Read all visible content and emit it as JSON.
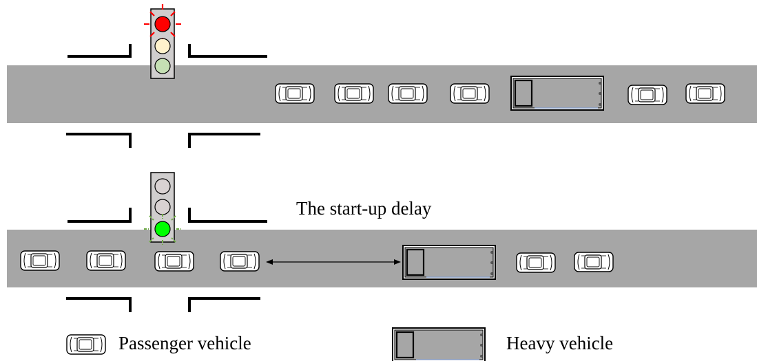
{
  "labels": {
    "startup_delay": "The start-up delay",
    "legend_passenger": "Passenger vehicle",
    "legend_heavy": "Heavy vehicle"
  },
  "colors": {
    "road": "#a6a6a6",
    "signal_housing": "#d0cece",
    "red_on": "#ff0000",
    "amber_off": "#fff2cc",
    "green_off": "#c5e0b4",
    "off_lamp": "#d9d2d2",
    "green_on": "#00ff00",
    "vehicle_body": "#ffffff",
    "truck_body": "#a6a6a6"
  },
  "scenes": [
    {
      "name": "red-phase",
      "signal_state": "red",
      "queue": [
        "passenger",
        "passenger",
        "passenger",
        "passenger",
        "heavy",
        "passenger",
        "passenger"
      ]
    },
    {
      "name": "green-phase",
      "signal_state": "green",
      "queue": [
        "passenger",
        "passenger",
        "passenger",
        "passenger",
        "heavy",
        "passenger",
        "passenger"
      ]
    }
  ]
}
